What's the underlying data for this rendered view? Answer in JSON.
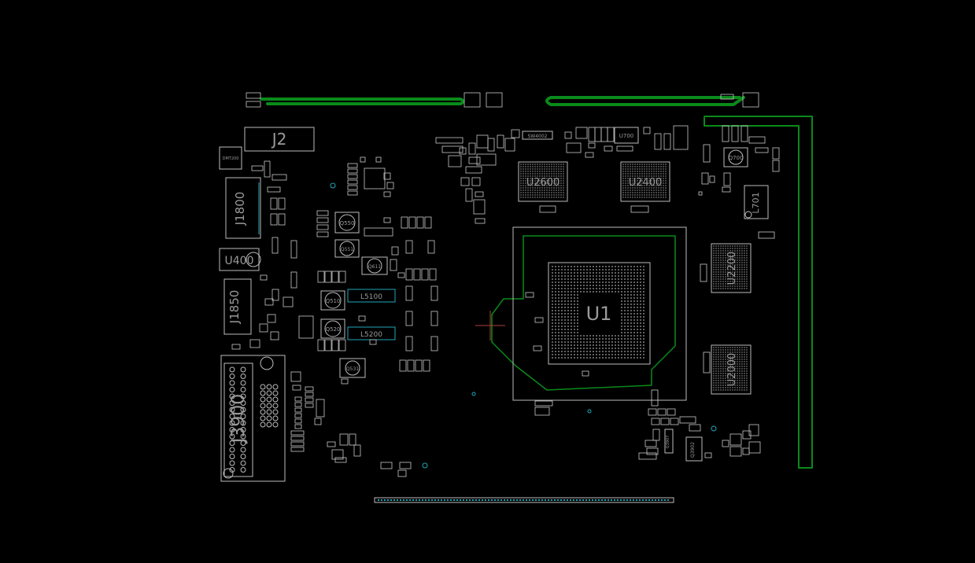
{
  "colors": {
    "background": "#000000",
    "outline": "#bdbdbd",
    "trace": "#0a8a1a",
    "cyan": "#1fa6b8",
    "label": "#9a9a9a"
  },
  "labels": {
    "u1": "U1",
    "u2600": "U2600",
    "u2400": "U2400",
    "u2200": "U2200",
    "u2000": "U2000",
    "u400": "U400",
    "j2": "J2",
    "j1800": "J1800",
    "j1850": "J1850",
    "j3900": "J3900",
    "l701": "L701",
    "q700": "Q700",
    "u700": "U700",
    "sw4002": "SW4002",
    "dmt200": "DMT200",
    "q550": "Q550",
    "q551": "Q551",
    "q510": "Q510",
    "q520": "Q520",
    "q531": "Q531",
    "q611": "Q611",
    "l5100": "L5100",
    "l5200": "L5200",
    "q3907": "Q3907",
    "q3902": "Q3902"
  }
}
